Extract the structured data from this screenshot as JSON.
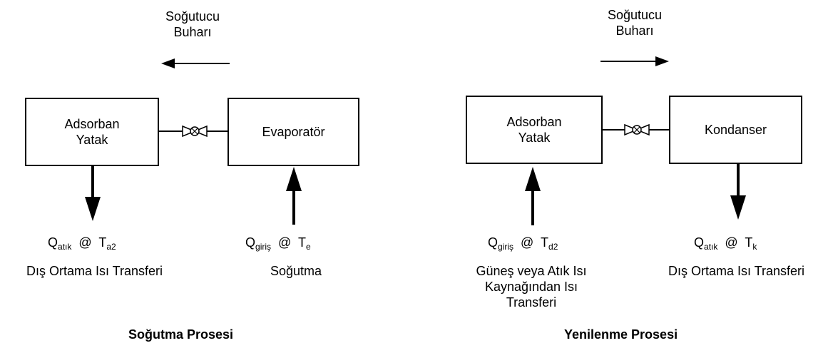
{
  "cooling": {
    "vapor_label_line1": "Soğutucu",
    "vapor_label_line2": "Buharı",
    "bed_line1": "Adsorban",
    "bed_line2": "Yatak",
    "evaporator": "Evaporatör",
    "q_left": {
      "q": "Q",
      "q_sub": "atık",
      "at": "@",
      "t": "T",
      "t_sub": "a2"
    },
    "q_right": {
      "q": "Q",
      "q_sub": "giriş",
      "at": "@",
      "t": "T",
      "t_sub": "e"
    },
    "caption_left": "Dış Ortama Isı Transferi",
    "caption_right": "Soğutma",
    "title": "Soğutma Prosesi"
  },
  "regeneration": {
    "vapor_label_line1": "Soğutucu",
    "vapor_label_line2": "Buharı",
    "bed_line1": "Adsorban",
    "bed_line2": "Yatak",
    "condenser": "Kondanser",
    "q_left": {
      "q": "Q",
      "q_sub": "giriş",
      "at": "@",
      "t": "T",
      "t_sub": "d2"
    },
    "q_right": {
      "q": "Q",
      "q_sub": "atık",
      "at": "@",
      "t": "T",
      "t_sub": "k"
    },
    "caption_left_line1": "Güneş veya Atık Isı",
    "caption_left_line2": "Kaynağından Isı",
    "caption_left_line3": "Transferi",
    "caption_right": "Dış Ortama Isı Transferi",
    "title": "Yenilenme Prosesi"
  }
}
